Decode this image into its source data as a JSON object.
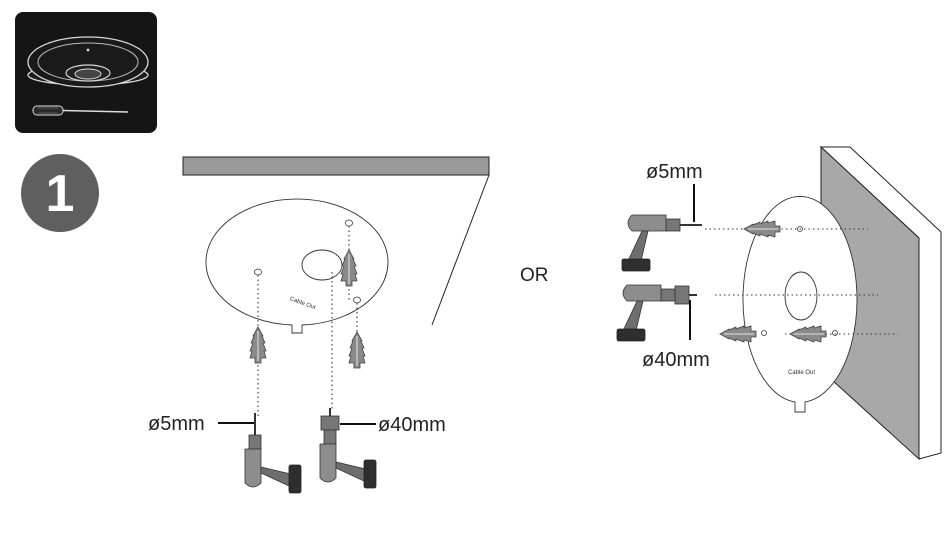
{
  "step": {
    "number": "1"
  },
  "tools_icon": {
    "items": [
      "camera-icon",
      "screwdriver-icon"
    ]
  },
  "ceiling_mount": {
    "template_label": "Cable Out",
    "drill_small_label": "ø5mm",
    "drill_large_label": "ø40mm"
  },
  "separator": {
    "label": "OR"
  },
  "wall_mount": {
    "template_label": "Cable Out",
    "drill_small_label": "ø5mm",
    "drill_large_label": "ø40mm"
  },
  "colors": {
    "badge": "#5f5f5f",
    "icon_bg": "#151515",
    "ceiling": "#9a9a9a",
    "line": "#222222"
  }
}
